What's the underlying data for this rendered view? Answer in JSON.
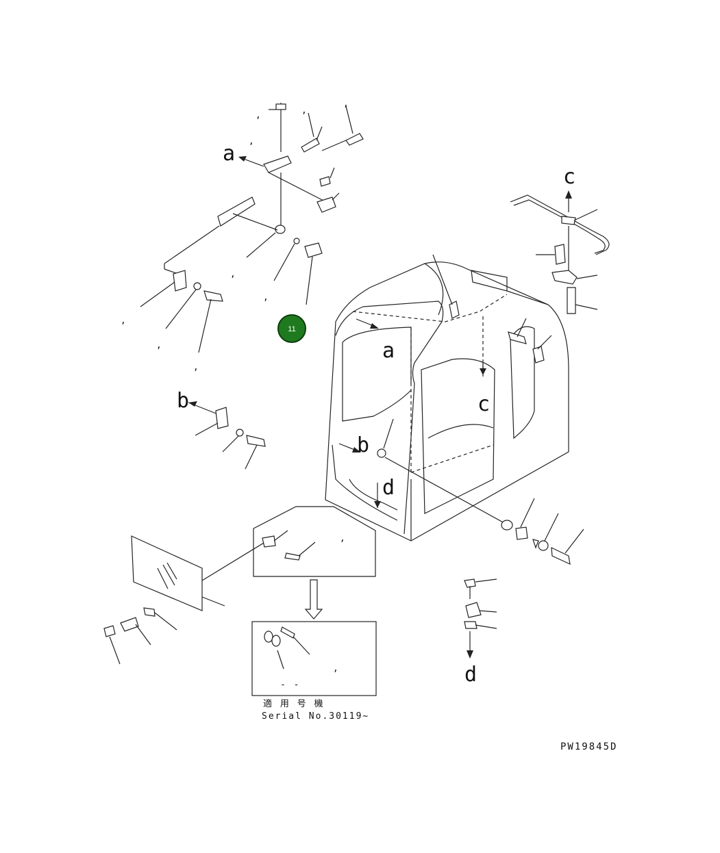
{
  "view_labels": {
    "a_top": "a",
    "a_cab": "a",
    "b_left": "b",
    "b_cab": "b",
    "c_top": "c",
    "c_cab": "c",
    "d_cab": "d",
    "d_bottom": "d"
  },
  "callout": {
    "number": "11",
    "color": "#1f7a1f"
  },
  "serial_note": {
    "line1": "適 用 号 機",
    "line2": "Serial No.30119~"
  },
  "detail_marks": {
    "box_comma": ",",
    "box2_comma": ",",
    "box2_dashes": "- -"
  },
  "drawing_code": "PW19845D"
}
